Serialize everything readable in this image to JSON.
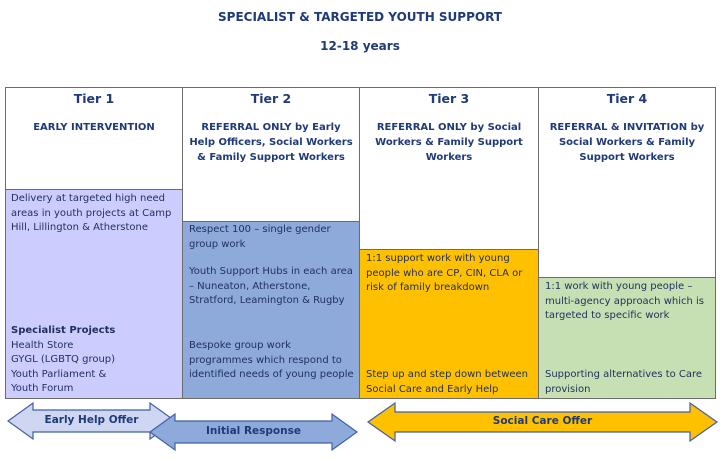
{
  "header": {
    "title": "SPECIALIST & TARGETED YOUTH SUPPORT",
    "subtitle": "12-18 years"
  },
  "colors": {
    "tier1": "#ccccff",
    "tier2": "#8eaadb",
    "tier3": "#ffc000",
    "tier4": "#c6e0b4",
    "arrow_early": "#cfd6f2",
    "arrow_initial": "#8eaadb",
    "arrow_social": "#ffc000"
  },
  "tiers": [
    {
      "name": "Tier 1",
      "heading": "EARLY INTERVENTION",
      "text1": "Delivery at targeted high need areas in youth projects at Camp Hill, Lillington & Atherstone",
      "projects_title": "Specialist Projects",
      "projects": [
        "Health Store",
        "GYGL (LGBTQ group)",
        "Youth Parliament &",
        "Youth Forum"
      ]
    },
    {
      "name": "Tier 2",
      "heading": "REFERRAL ONLY by Early Help Officers, Social Workers & Family Support Workers",
      "text1": "Respect 100 – single gender group work",
      "text2": "Youth Support Hubs in each area – Nuneaton, Atherstone, Stratford, Leamington & Rugby",
      "text3": "Bespoke group work programmes which respond to identified needs of young people"
    },
    {
      "name": "Tier 3",
      "heading": "REFERRAL ONLY by Social Workers & Family Support Workers",
      "text1": "1:1 support work with young people who are CP, CIN, CLA or risk of family breakdown",
      "text2": "Step up and step down between Social Care and Early Help"
    },
    {
      "name": "Tier 4",
      "heading": "REFERRAL & INVITATION by Social Workers & Family Support Workers",
      "text1": "1:1 work with young people – multi-agency approach which is targeted to specific work",
      "text2": "Supporting alternatives to Care provision"
    }
  ],
  "arrows": {
    "early_help": "Early Help Offer",
    "initial_response": "Initial Response",
    "social_care": "Social Care Offer"
  }
}
